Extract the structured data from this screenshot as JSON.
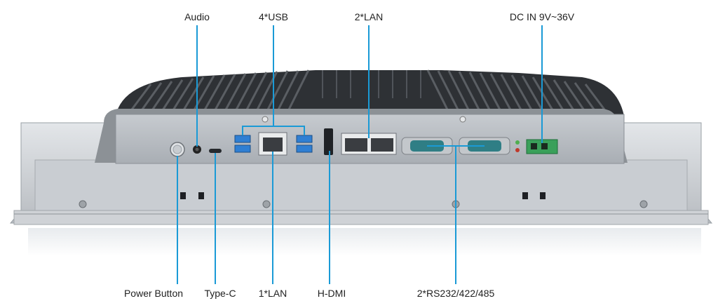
{
  "labels": {
    "audio": "Audio",
    "usb": "4*USB",
    "lan_top": "2*LAN",
    "dc_in": "DC IN 9V~36V",
    "power_button": "Power Button",
    "type_c": "Type-C",
    "lan_bottom": "1*LAN",
    "hdmi": "H-DMI",
    "serial": "2*RS232/422/485"
  },
  "colors": {
    "callout_line": "#1a9ad6",
    "chassis": "#d5d8dc",
    "chassis_dark": "#9aa0a6",
    "io_panel": "#b9bdc2",
    "heatsink": "#3a3d41",
    "usb_blue": "#2f7fd3",
    "db9_teal": "#2f7e85",
    "terminal_green": "#3aa05a"
  }
}
